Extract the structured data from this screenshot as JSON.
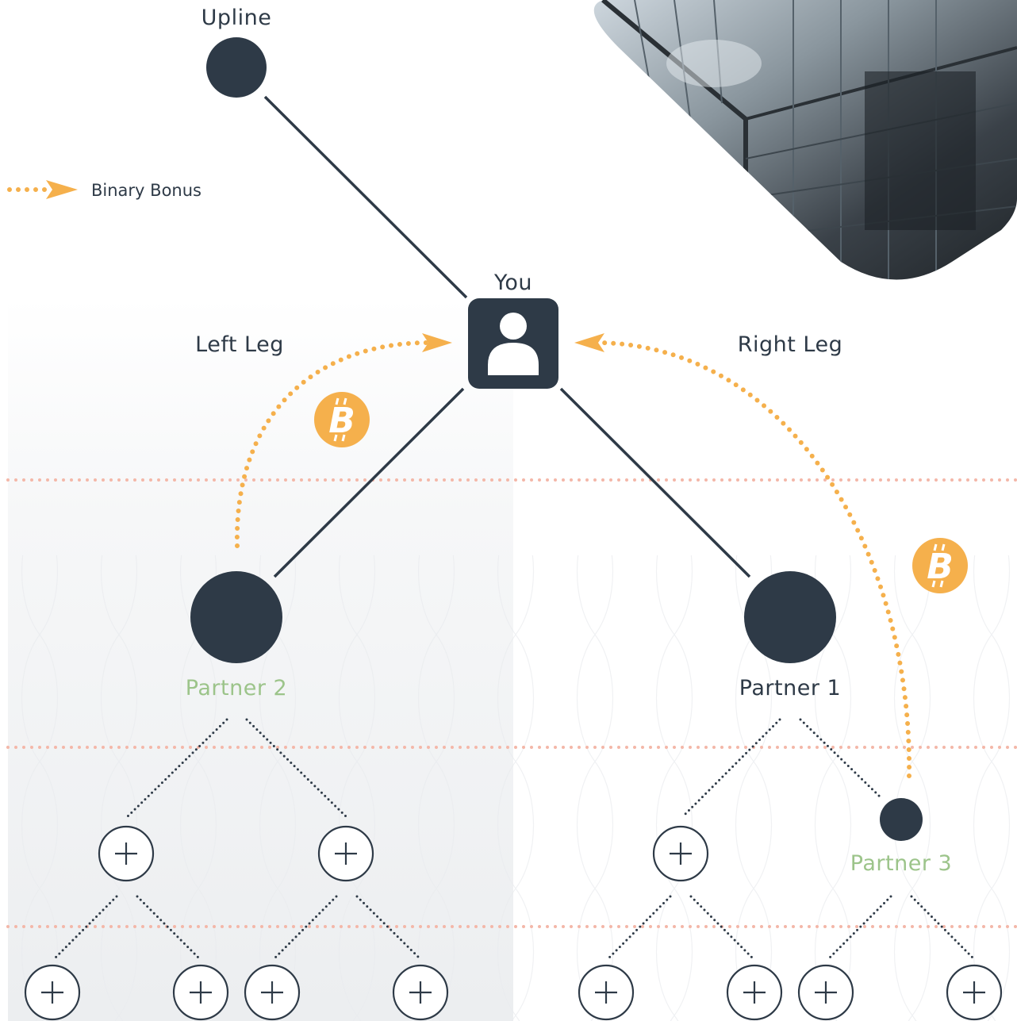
{
  "diagram": {
    "upline_label": "Upline",
    "you_label": "You",
    "left_leg_label": "Left Leg",
    "right_leg_label": "Right Leg",
    "partner1_label": "Partner 1",
    "partner2_label": "Partner 2",
    "partner3_label": "Partner 3",
    "legend_label": "Binary Bonus",
    "bonus_symbol": "B",
    "plus_symbol": "+",
    "icons": {
      "you": "user-icon",
      "bonus": "bitcoin-icon",
      "empty_slot": "plus-icon",
      "legend": "dotted-arrow-icon"
    }
  },
  "colors": {
    "node": "#2e3a47",
    "bonus": "#f5b04c",
    "level_line": "#f4b7a8",
    "green_label": "#9cc48a",
    "left_panel": "#f1f2f4"
  }
}
